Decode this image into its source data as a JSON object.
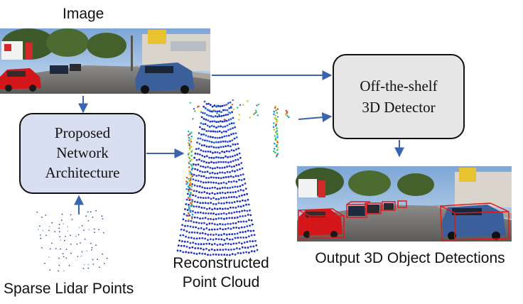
{
  "labels": {
    "image": "Image",
    "sparse_lidar": "Sparse Lidar Points",
    "reconstructed_line1": "Reconstructed",
    "reconstructed_line2": "Point Cloud",
    "output": "Output 3D Object Detections"
  },
  "boxes": {
    "proposed": {
      "line1": "Proposed",
      "line2": "Network",
      "line3": "Architecture"
    },
    "detector": {
      "line1": "Off-the-shelf",
      "line2": "3D Detector"
    }
  },
  "colors": {
    "arrow": "#3a64b0",
    "proposed_fill": "#d8dff0",
    "detector_fill": "#e6e6e6",
    "box_stroke": "#111111",
    "detection_box": "#e01818"
  }
}
